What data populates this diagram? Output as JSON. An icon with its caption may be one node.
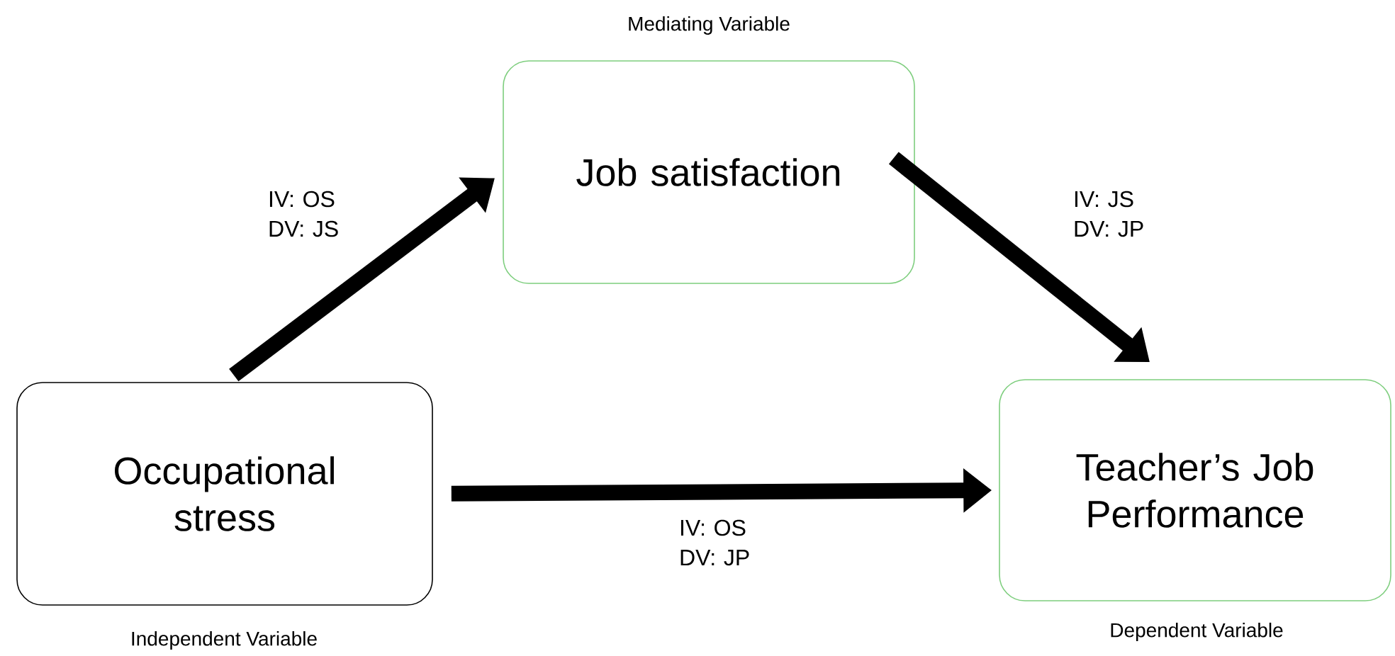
{
  "diagram": {
    "nodes": [
      {
        "text": [
          "Occupational stress"
        ],
        "beside": [
          "Independent Variable"
        ]
      },
      {
        "text": [
          "Job satisfaction"
        ],
        "beside": [
          "Mediating Variable"
        ]
      },
      {
        "text": [
          "Teacher’s Job Performance"
        ],
        "beside": [
          "Dependent Variable"
        ]
      }
    ],
    "edges": [
      {
        "from": 0,
        "to": 1,
        "arrow": "to",
        "label": "IV: OS DV: JS"
      },
      {
        "from": 1,
        "to": 2,
        "arrow": "to",
        "label": "IV: JS DV: JP"
      },
      {
        "from": 0,
        "to": 2,
        "arrow": "to",
        "label": "IV: OS DV: JP"
      }
    ]
  }
}
